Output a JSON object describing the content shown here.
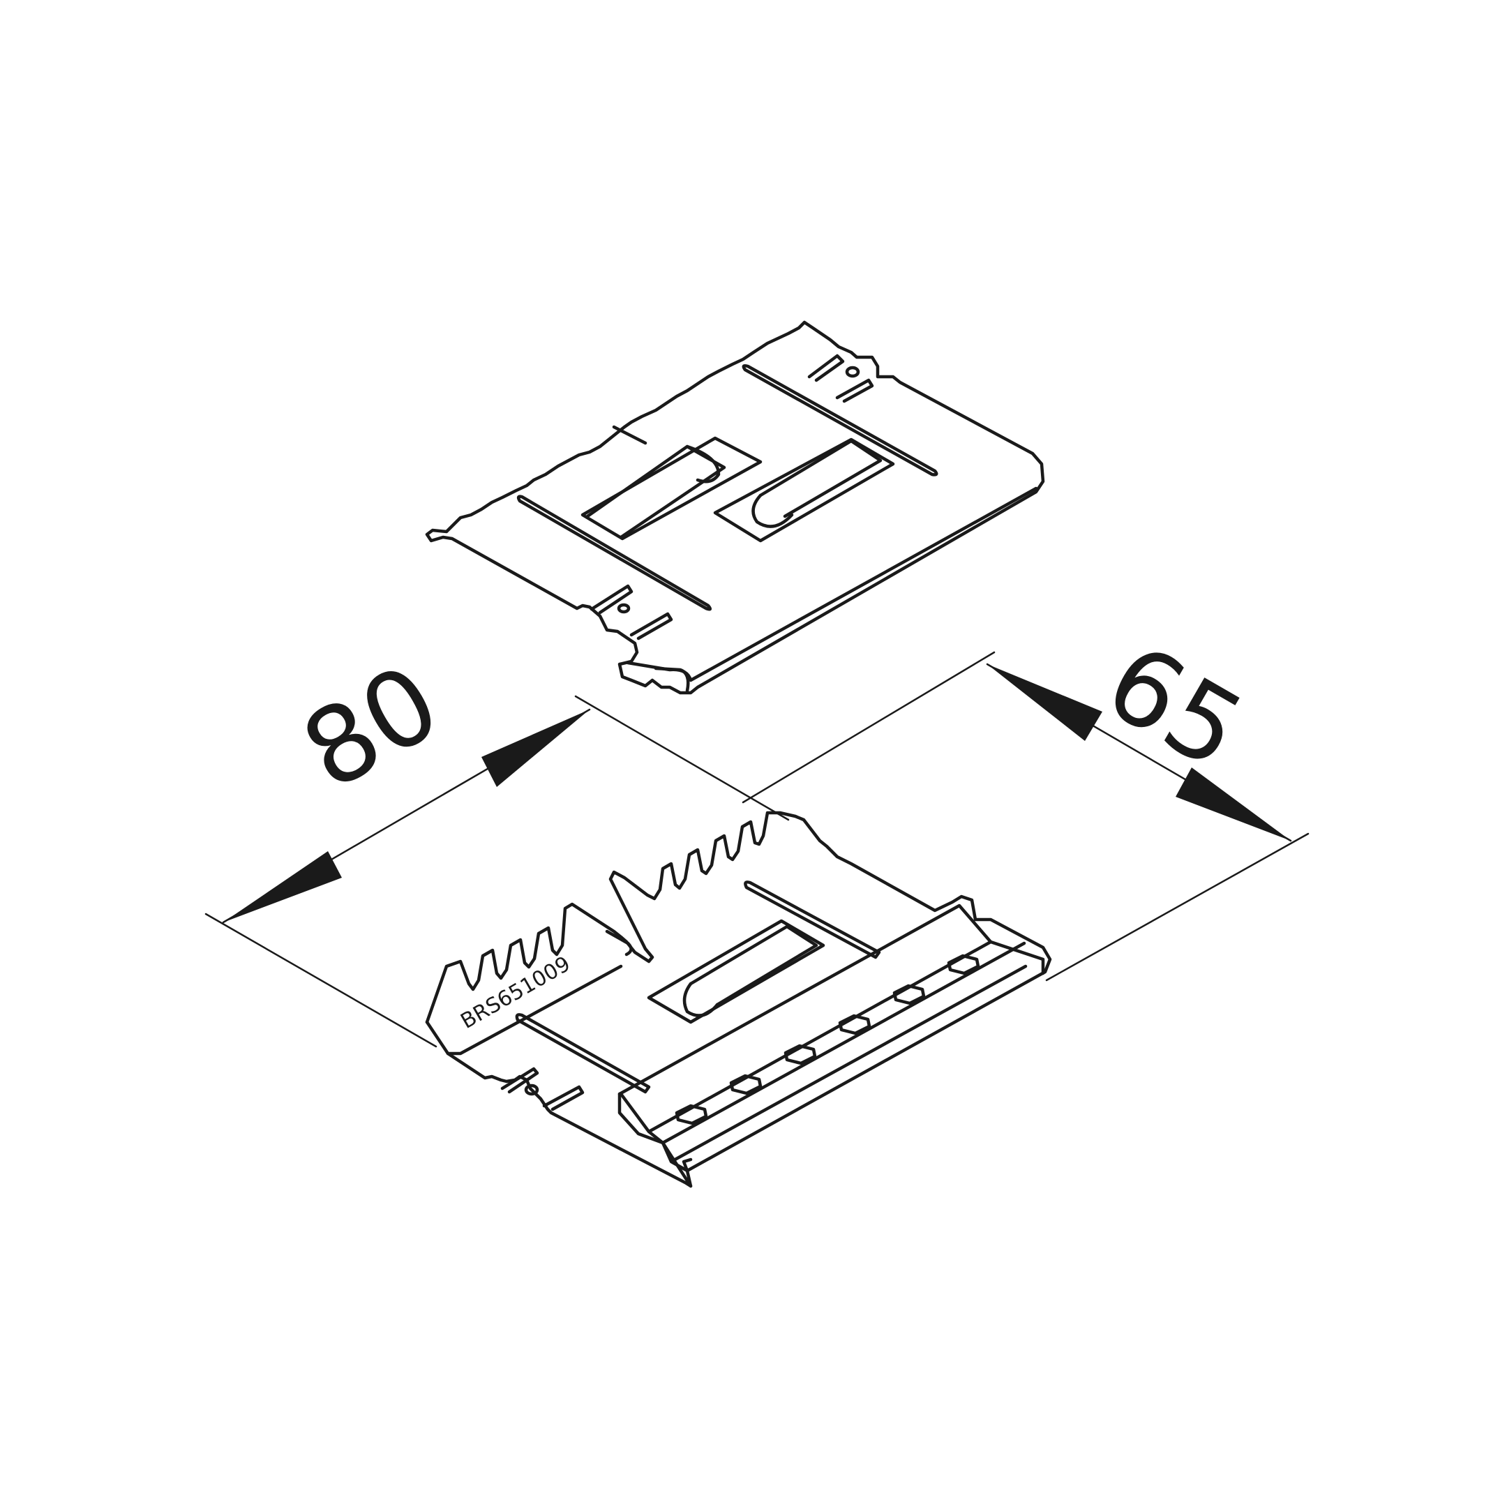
{
  "drawing": {
    "stroke_color": "#1a1a1a",
    "background_color": "#ffffff"
  },
  "dimensions": {
    "length": "80",
    "width": "65"
  },
  "part_marking": "BRS651009"
}
